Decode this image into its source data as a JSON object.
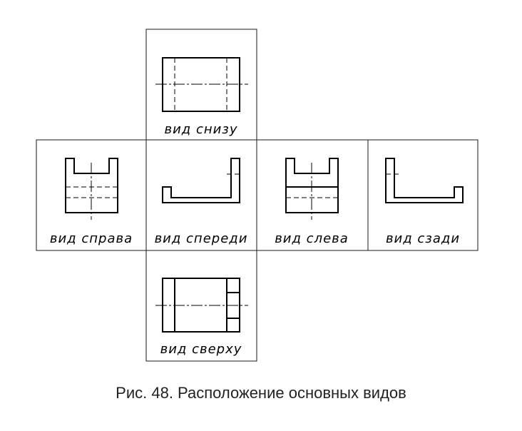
{
  "views": {
    "bottom": "вид снизу",
    "right": "вид справа",
    "front": "вид спереди",
    "left": "вид слева",
    "back": "вид сзади",
    "top": "вид сверху"
  },
  "caption": "Рис. 48. Расположение основных видов"
}
